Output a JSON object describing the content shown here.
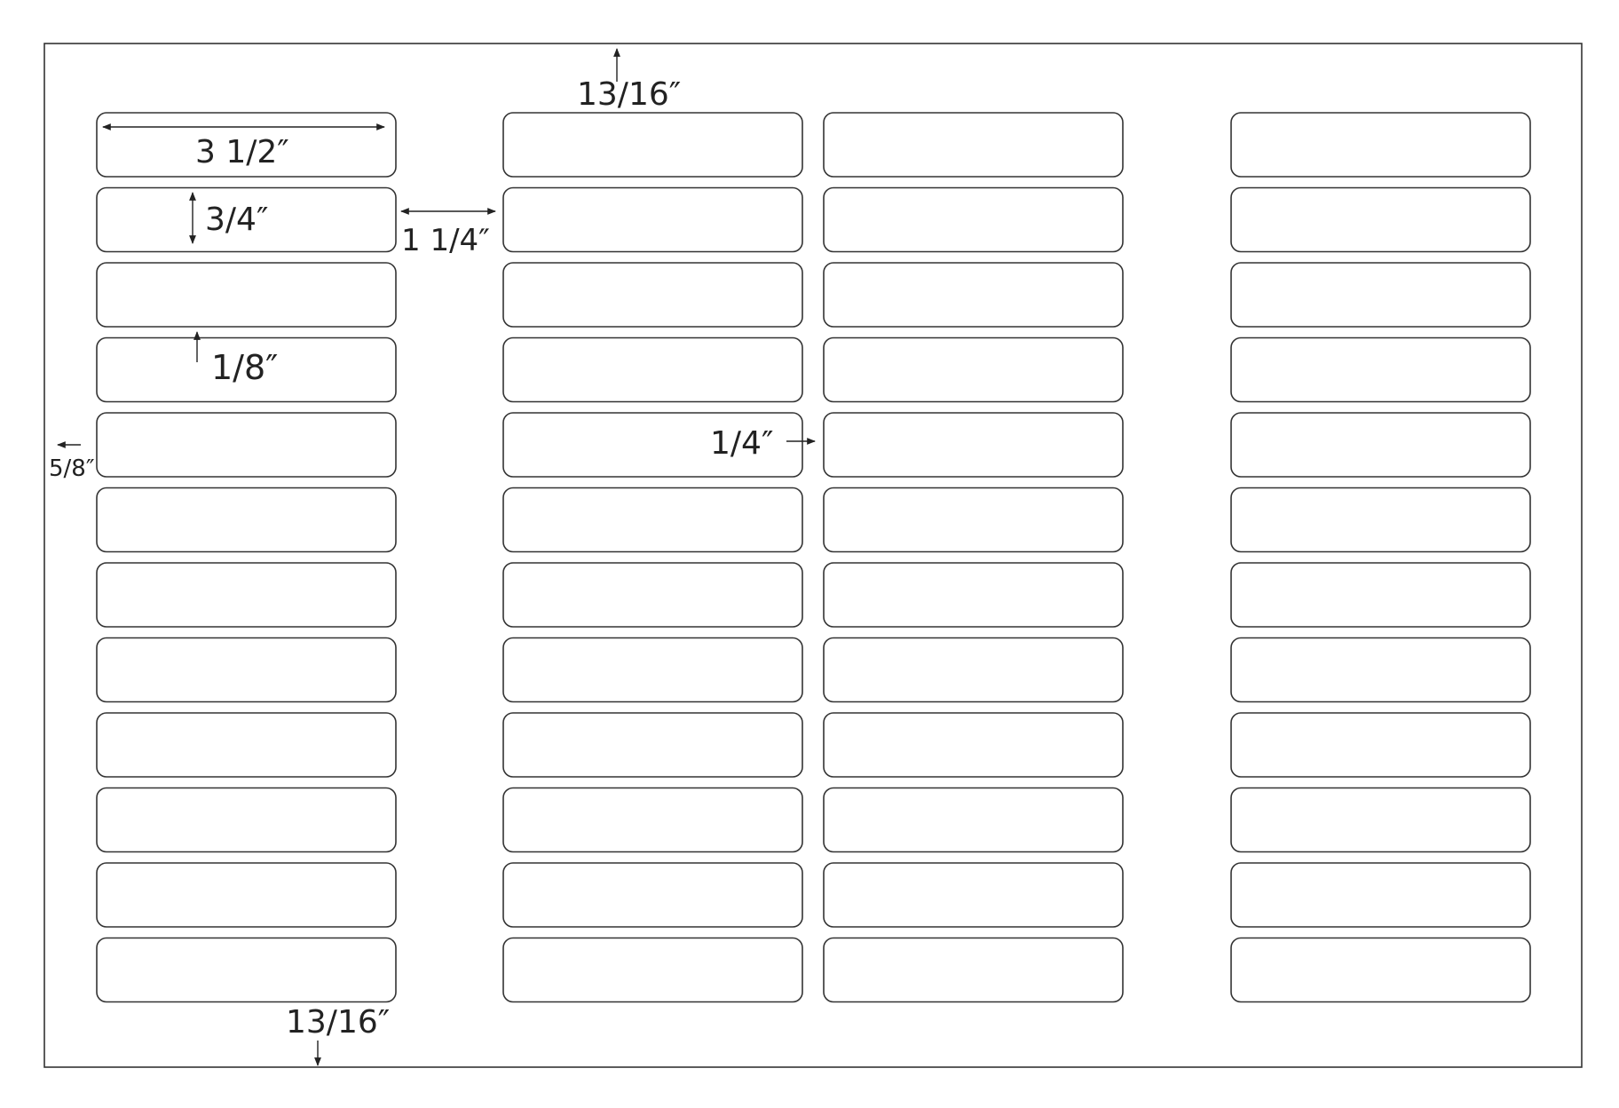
{
  "sheet": {
    "columns": 4,
    "rows": 12,
    "colors": {
      "stroke": "#333333",
      "background": "#ffffff",
      "text": "#222222"
    }
  },
  "dimensions": {
    "label_width": "3 1/2″",
    "label_height": "3/4″",
    "column_gap": "1 1/4″",
    "row_gap": "1/8″",
    "inner_column_gap": "1/4″",
    "left_margin": "5/8″",
    "top_margin": "13/16″",
    "bottom_margin": "13/16″"
  }
}
